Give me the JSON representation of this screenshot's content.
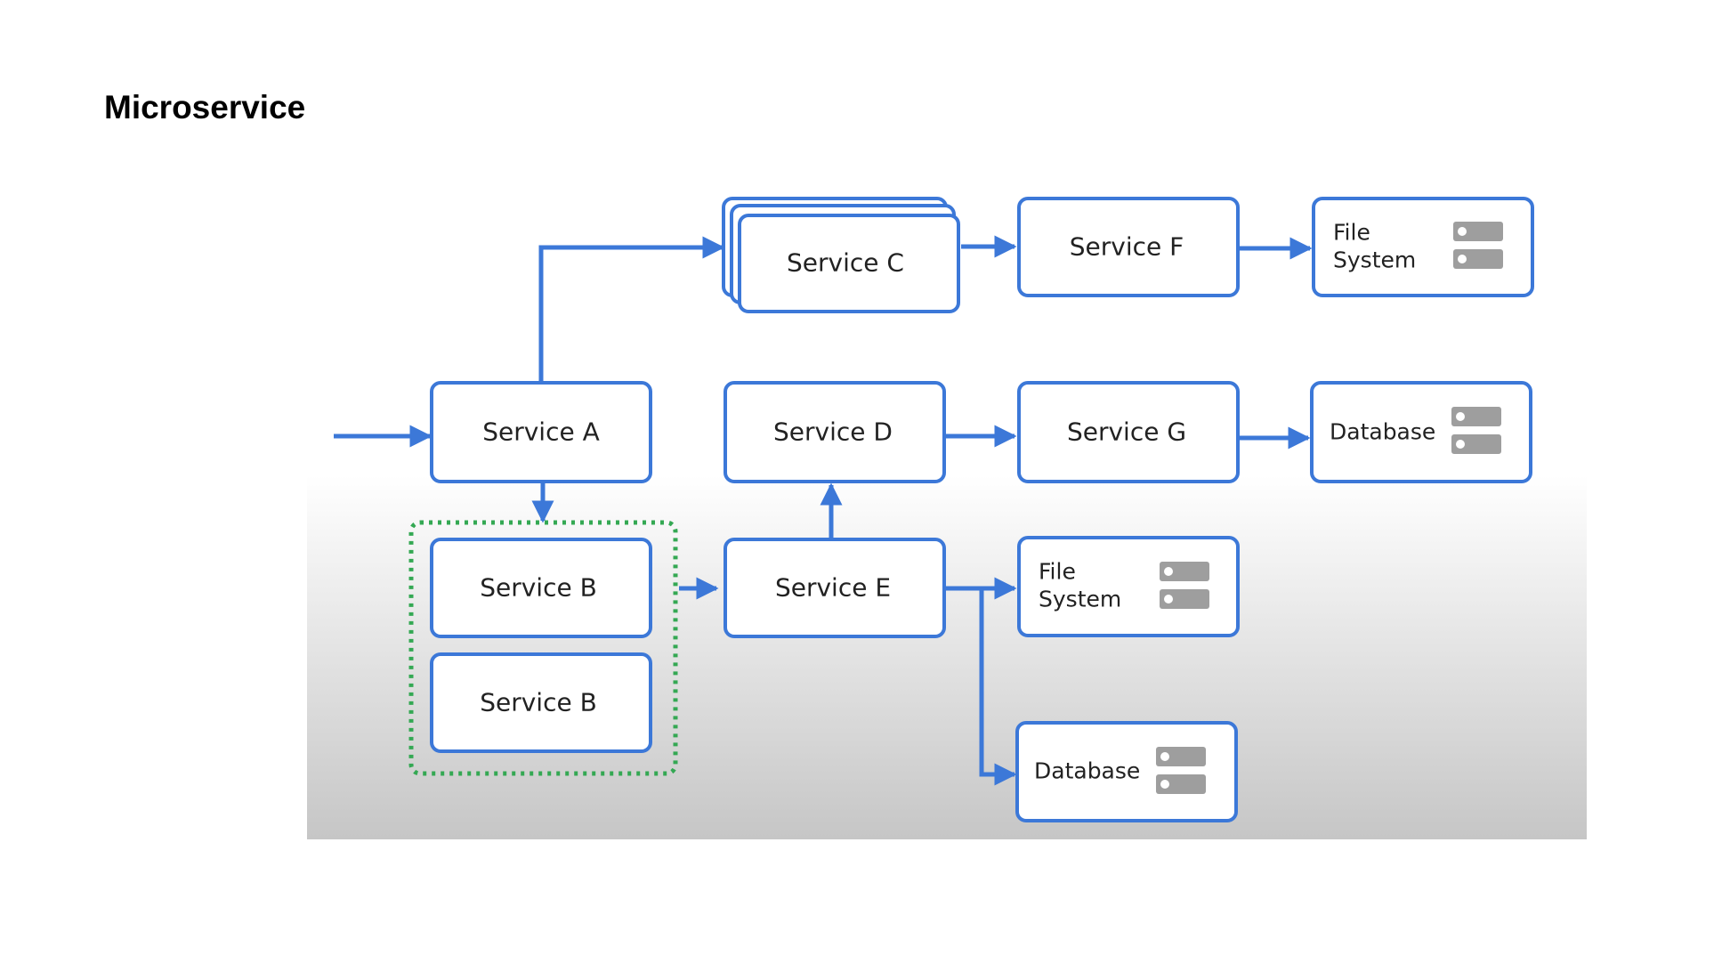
{
  "title": "Microservice",
  "colors": {
    "box_border": "#3c78d8",
    "arrow": "#3c78d8",
    "group_border": "#34a853",
    "storage_icon": "#9e9e9e",
    "background_gradient_end": "#c8c8c8"
  },
  "services": {
    "a": "Service A",
    "b1": "Service B",
    "b2": "Service B",
    "c": "Service C",
    "d": "Service D",
    "e": "Service E",
    "f": "Service F",
    "g": "Service G"
  },
  "storage": {
    "fs_top_line1": "File",
    "fs_top_line2": "System",
    "db_top": "Database",
    "fs_mid_line1": "File",
    "fs_mid_line2": "System",
    "db_bottom": "Database"
  },
  "icons": {
    "storage": "server-rack-icon"
  }
}
